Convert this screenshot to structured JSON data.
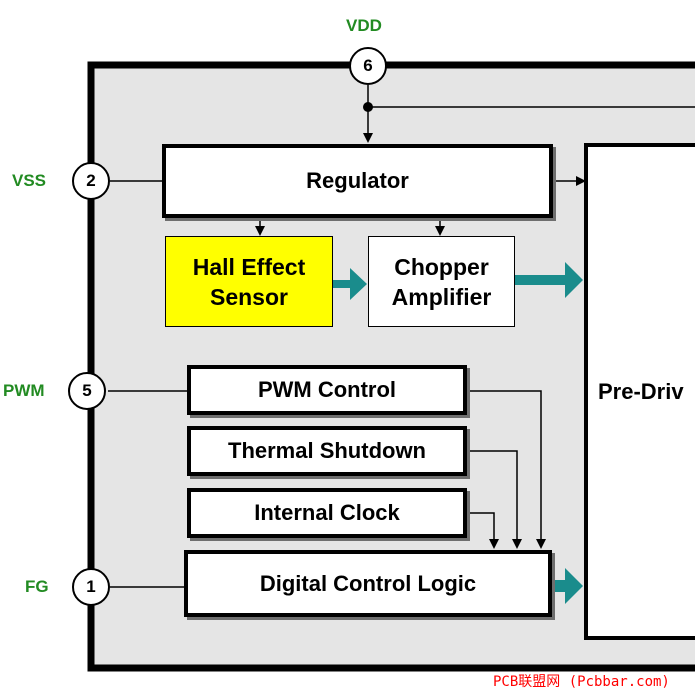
{
  "colors": {
    "pin_label": "#228B22",
    "chip_fill": "#e5e5e5",
    "hall_fill": "#ffff00",
    "teal_arrow": "#1a8c8c",
    "watermark": "#ff0000"
  },
  "pins": {
    "vdd": {
      "name": "VDD",
      "number": "6"
    },
    "vss": {
      "name": "VSS",
      "number": "2"
    },
    "pwm": {
      "name": "PWM",
      "number": "5"
    },
    "fg": {
      "name": "FG",
      "number": "1"
    }
  },
  "blocks": {
    "regulator": "Regulator",
    "hall_line1": "Hall Effect",
    "hall_line2": "Sensor",
    "chopper_line1": "Chopper",
    "chopper_line2": "Amplifier",
    "pwm_control": "PWM Control",
    "thermal_shutdown": "Thermal Shutdown",
    "internal_clock": "Internal Clock",
    "digital_control_logic": "Digital Control Logic",
    "pre_driver": "Pre-Driv"
  },
  "watermark": "PCB联盟网 (Pcbbar.com)"
}
